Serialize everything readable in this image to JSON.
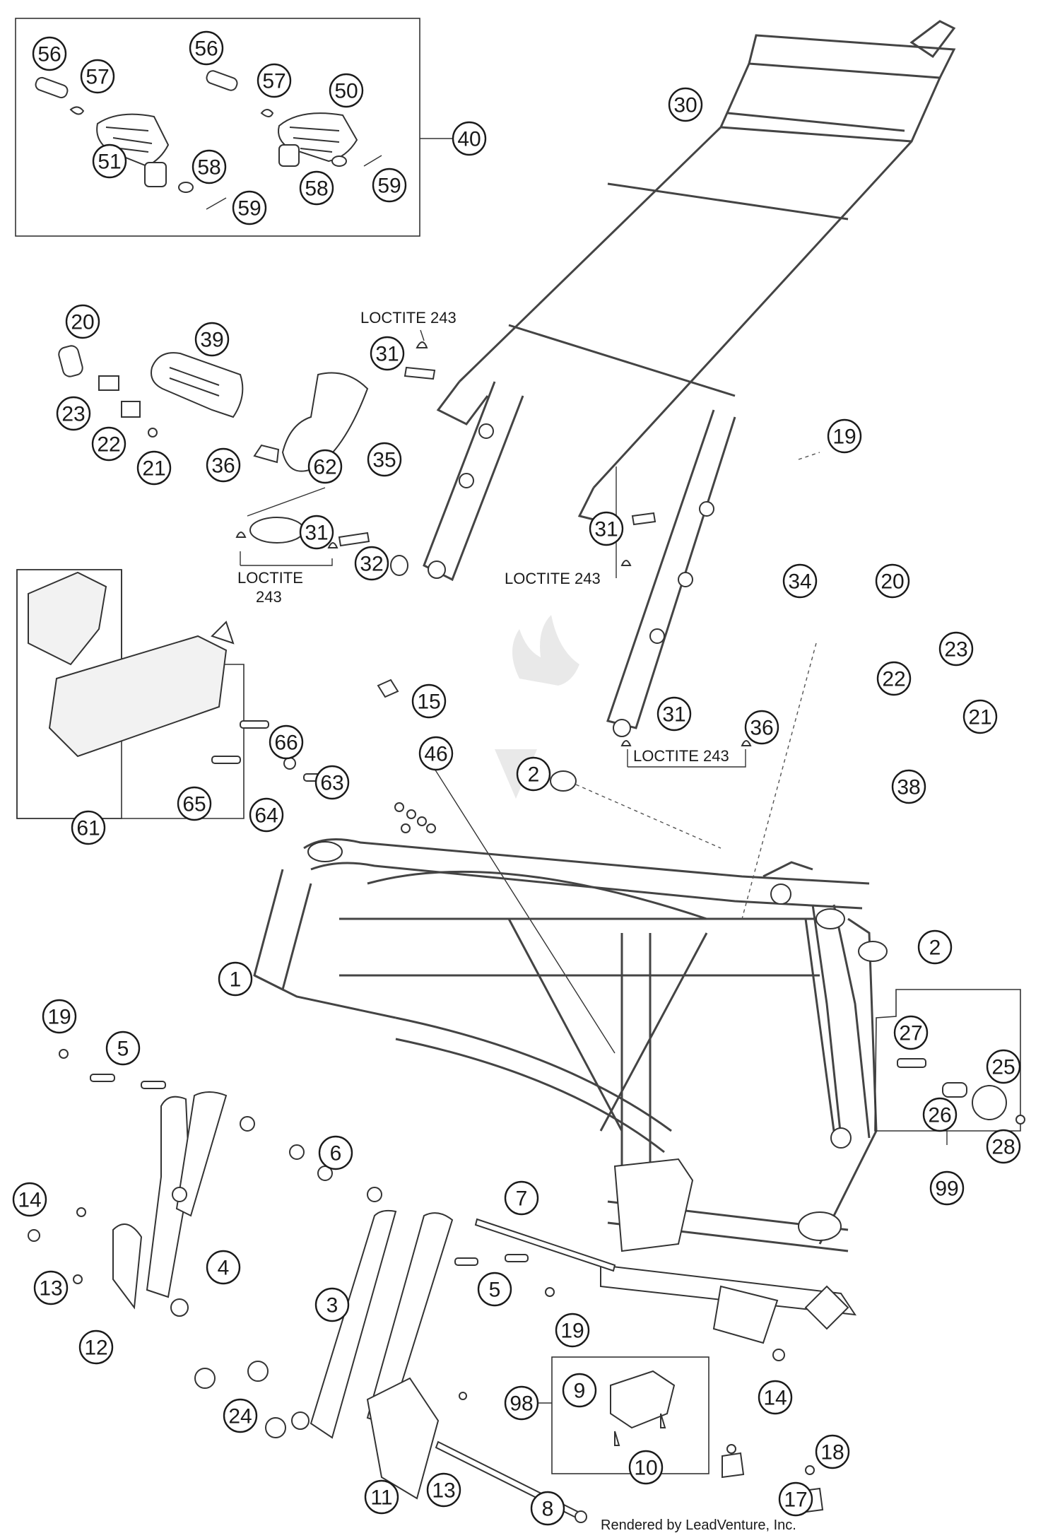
{
  "notes": {
    "loctite_1": "LOCTITE 243",
    "loctite_2a": "LOCTITE",
    "loctite_2b": "243",
    "loctite_3": "LOCTITE 243",
    "loctite_4": "LOCTITE 243"
  },
  "credit": "Rendered by LeadVenture, Inc.",
  "callouts": [
    {
      "id": "c56a",
      "label": "56"
    },
    {
      "id": "c57a",
      "label": "57"
    },
    {
      "id": "c51",
      "label": "51"
    },
    {
      "id": "c58a",
      "label": "58"
    },
    {
      "id": "c59a",
      "label": "59"
    },
    {
      "id": "c56b",
      "label": "56"
    },
    {
      "id": "c57b",
      "label": "57"
    },
    {
      "id": "c50",
      "label": "50"
    },
    {
      "id": "c40",
      "label": "40"
    },
    {
      "id": "c58b",
      "label": "58"
    },
    {
      "id": "c59b",
      "label": "59"
    },
    {
      "id": "c30",
      "label": "30"
    },
    {
      "id": "c20a",
      "label": "20"
    },
    {
      "id": "c39",
      "label": "39"
    },
    {
      "id": "c23a",
      "label": "23"
    },
    {
      "id": "c22a",
      "label": "22"
    },
    {
      "id": "c21a",
      "label": "21"
    },
    {
      "id": "c36a",
      "label": "36"
    },
    {
      "id": "c35",
      "label": "35"
    },
    {
      "id": "c31a",
      "label": "31"
    },
    {
      "id": "c31b",
      "label": "31"
    },
    {
      "id": "c32",
      "label": "32"
    },
    {
      "id": "c31c",
      "label": "31"
    },
    {
      "id": "c19a",
      "label": "19"
    },
    {
      "id": "c34",
      "label": "34"
    },
    {
      "id": "c20b",
      "label": "20"
    },
    {
      "id": "c23b",
      "label": "23"
    },
    {
      "id": "c22b",
      "label": "22"
    },
    {
      "id": "c21b",
      "label": "21"
    },
    {
      "id": "c31d",
      "label": "31"
    },
    {
      "id": "c36b",
      "label": "36"
    },
    {
      "id": "c38",
      "label": "38"
    },
    {
      "id": "c62",
      "label": "62"
    },
    {
      "id": "c15",
      "label": "15"
    },
    {
      "id": "c66",
      "label": "66"
    },
    {
      "id": "c63",
      "label": "63"
    },
    {
      "id": "c65",
      "label": "65"
    },
    {
      "id": "c64",
      "label": "64"
    },
    {
      "id": "c61",
      "label": "61"
    },
    {
      "id": "c46",
      "label": "46"
    },
    {
      "id": "c2a",
      "label": "2"
    },
    {
      "id": "c2b",
      "label": "2"
    },
    {
      "id": "c1",
      "label": "1"
    },
    {
      "id": "c19b",
      "label": "19"
    },
    {
      "id": "c5a",
      "label": "5"
    },
    {
      "id": "c27",
      "label": "27"
    },
    {
      "id": "c25",
      "label": "25"
    },
    {
      "id": "c26",
      "label": "26"
    },
    {
      "id": "c28",
      "label": "28"
    },
    {
      "id": "c99",
      "label": "99"
    },
    {
      "id": "c6",
      "label": "6"
    },
    {
      "id": "c14a",
      "label": "14"
    },
    {
      "id": "c4",
      "label": "4"
    },
    {
      "id": "c13a",
      "label": "13"
    },
    {
      "id": "c12",
      "label": "12"
    },
    {
      "id": "c7",
      "label": "7"
    },
    {
      "id": "c3",
      "label": "3"
    },
    {
      "id": "c5b",
      "label": "5"
    },
    {
      "id": "c19c",
      "label": "19"
    },
    {
      "id": "c24",
      "label": "24"
    },
    {
      "id": "c9",
      "label": "9"
    },
    {
      "id": "c98",
      "label": "98"
    },
    {
      "id": "c14b",
      "label": "14"
    },
    {
      "id": "c10",
      "label": "10"
    },
    {
      "id": "c18",
      "label": "18"
    },
    {
      "id": "c17",
      "label": "17"
    },
    {
      "id": "c11",
      "label": "11"
    },
    {
      "id": "c13b",
      "label": "13"
    },
    {
      "id": "c8",
      "label": "8"
    }
  ]
}
